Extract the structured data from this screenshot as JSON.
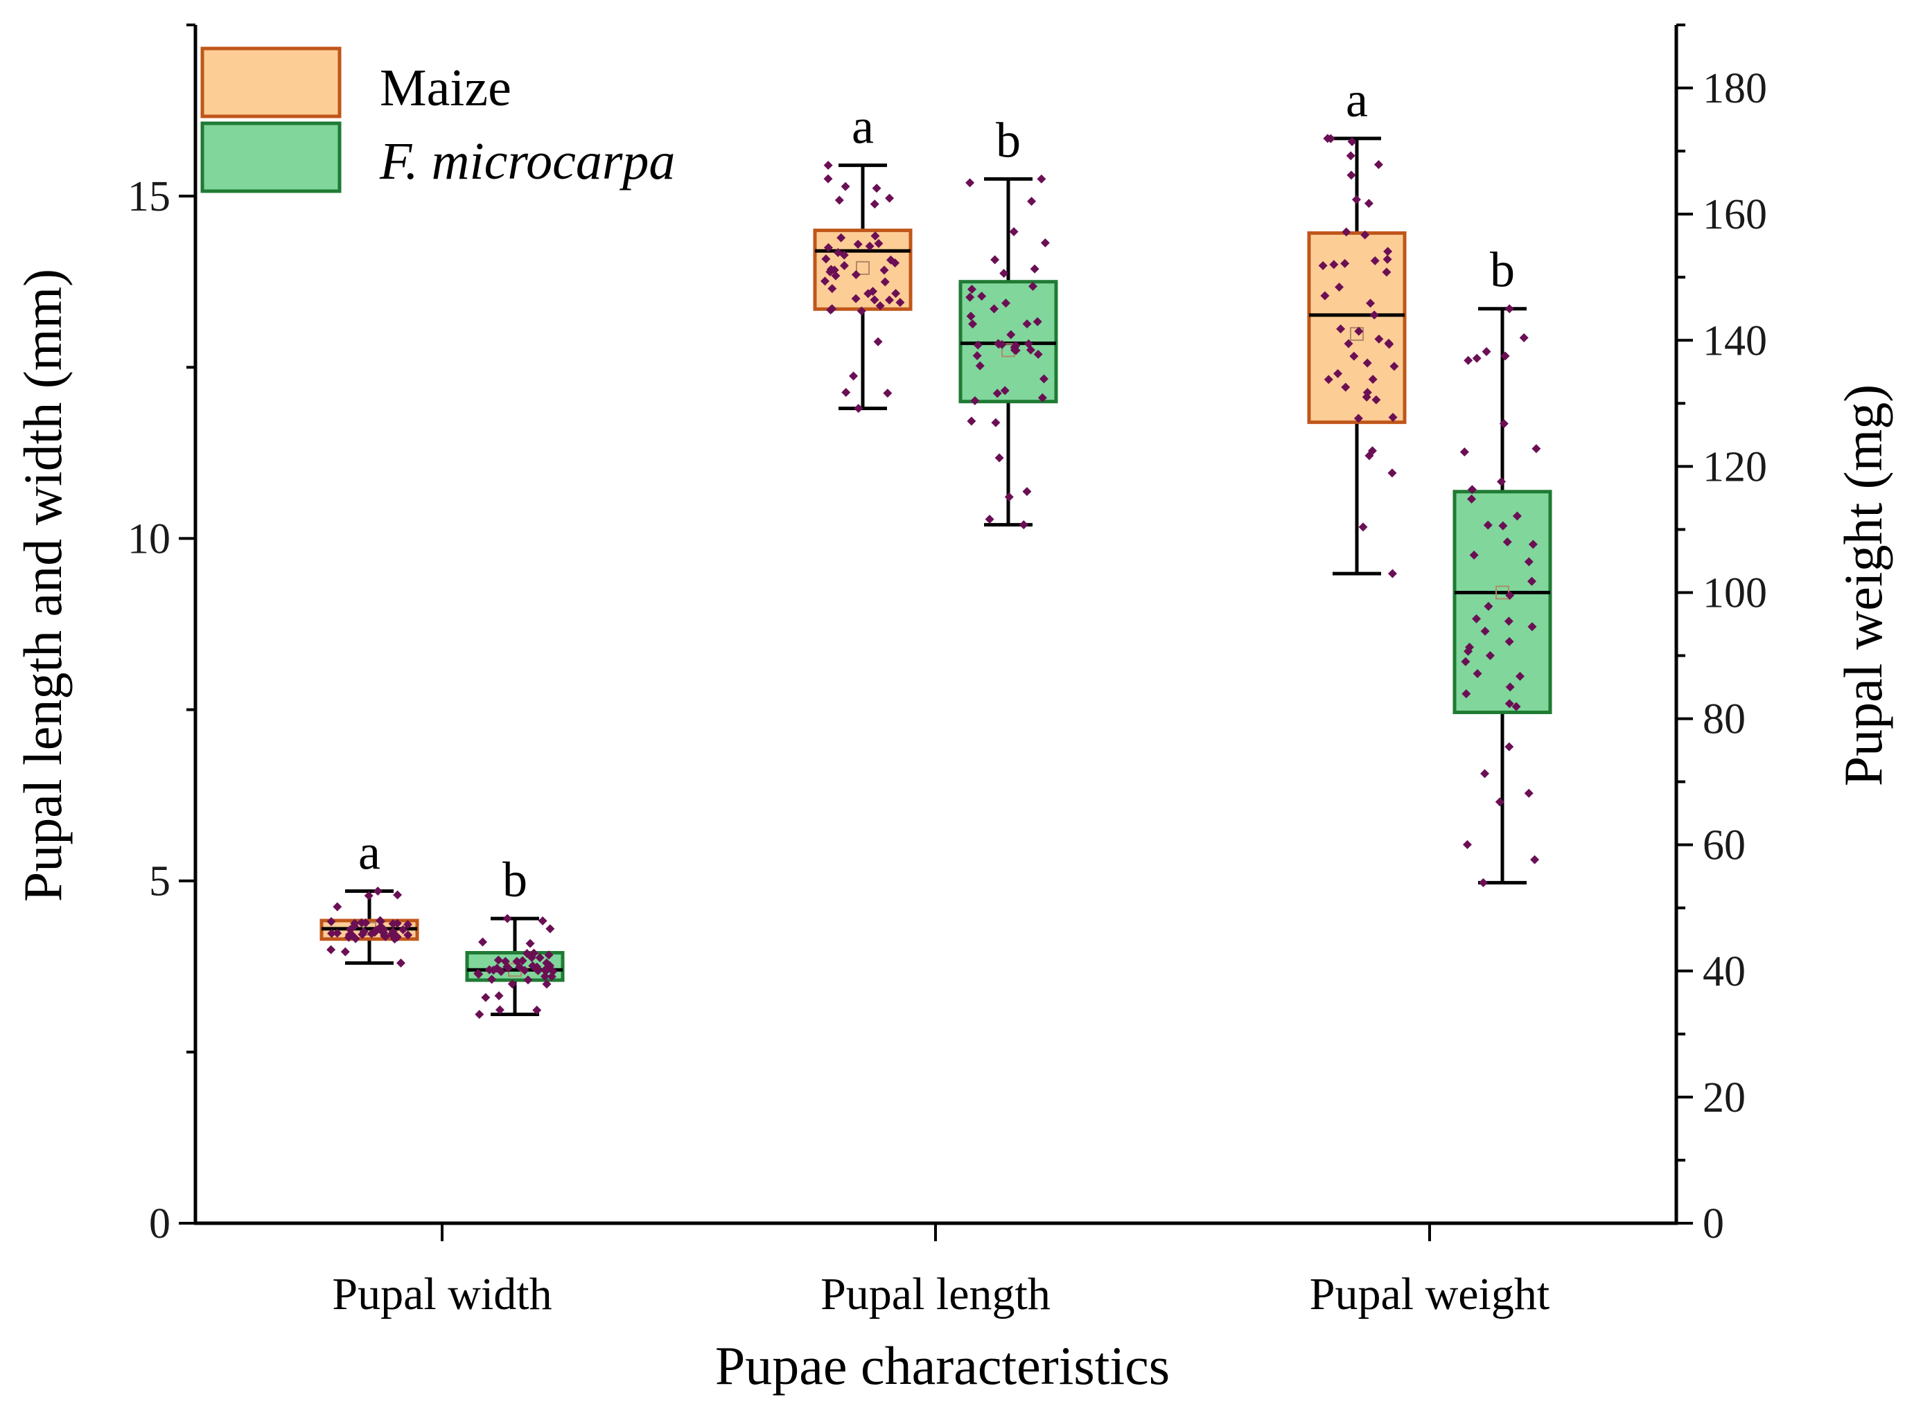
{
  "chart_data": {
    "type": "box",
    "xlabel": "Pupae characteristics",
    "ylabel_left": "Pupal length and width (mm)",
    "ylabel_right": "Pupal weight (mg)",
    "ylim_left": [
      0,
      17.5
    ],
    "ylim_right": [
      0,
      190
    ],
    "left_ticks": [
      0,
      5,
      10,
      15
    ],
    "left_tick_labels": [
      "0",
      "5",
      "10",
      "15"
    ],
    "right_ticks": [
      0,
      20,
      40,
      60,
      80,
      100,
      120,
      140,
      160,
      180
    ],
    "right_tick_labels": [
      "0",
      "20",
      "40",
      "60",
      "80",
      "100",
      "120",
      "140",
      "160",
      "180"
    ],
    "categories": [
      "Pupal width",
      "Pupal length",
      "Pupal weight"
    ],
    "legend": [
      {
        "name": "Maize",
        "fill": "#fdcd96",
        "stroke": "#c0561a"
      },
      {
        "name": "F. microcarpa",
        "fill": "#80d69b",
        "stroke": "#1f7a34"
      }
    ],
    "point_color": "#6b0f55",
    "boxes": [
      {
        "category": "Pupal width",
        "group": "Maize",
        "axis": "left",
        "min": 3.8,
        "q1": 4.15,
        "median": 4.3,
        "mean": 4.3,
        "q3": 4.42,
        "max": 4.85,
        "letter": "a"
      },
      {
        "category": "Pupal width",
        "group": "F. microcarpa",
        "axis": "left",
        "min": 3.05,
        "q1": 3.55,
        "median": 3.7,
        "mean": 3.7,
        "q3": 3.95,
        "max": 4.45,
        "letter": "b"
      },
      {
        "category": "Pupal length",
        "group": "Maize",
        "axis": "left",
        "min": 11.9,
        "q1": 13.35,
        "median": 14.2,
        "mean": 13.95,
        "q3": 14.5,
        "max": 15.45,
        "letter": "a"
      },
      {
        "category": "Pupal length",
        "group": "F. microcarpa",
        "axis": "left",
        "min": 10.2,
        "q1": 12.0,
        "median": 12.85,
        "mean": 12.75,
        "q3": 13.75,
        "max": 15.25,
        "letter": "b"
      },
      {
        "category": "Pupal weight",
        "group": "Maize",
        "axis": "right",
        "min": 103,
        "q1": 127,
        "median": 144,
        "mean": 141,
        "q3": 157,
        "max": 172,
        "letter": "a"
      },
      {
        "category": "Pupal weight",
        "group": "F. microcarpa",
        "axis": "right",
        "min": 54,
        "q1": 81,
        "median": 100,
        "mean": 100,
        "q3": 116,
        "max": 145,
        "letter": "b"
      }
    ]
  }
}
